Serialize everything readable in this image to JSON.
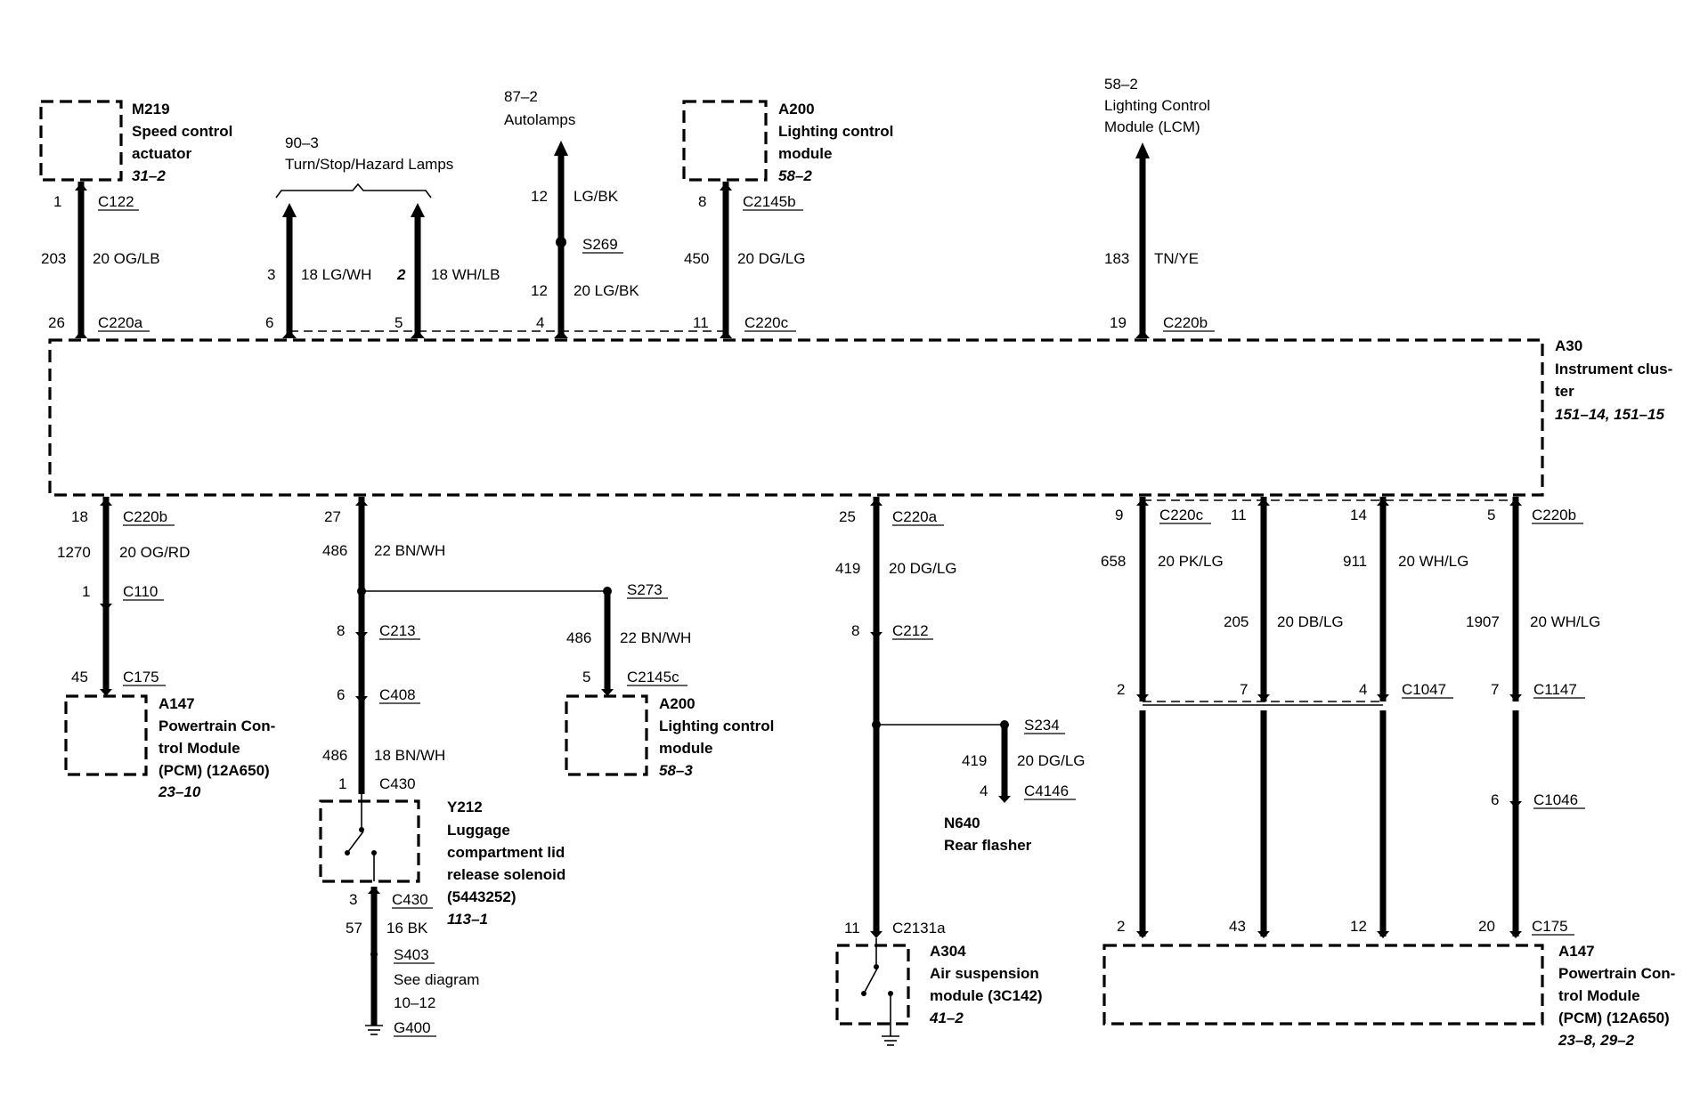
{
  "top": {
    "m219": {
      "id": "M219",
      "name1": "Speed control",
      "name2": "actuator",
      "ref": "31–2",
      "pin": "1",
      "conn": "C122",
      "circuit": "203",
      "wire": "20 OG/LB",
      "pin2": "26",
      "conn2": "C220a"
    },
    "lamps": {
      "ref": "90–3",
      "name": "Turn/Stop/Hazard Lamps",
      "pinA": "3",
      "wireA": "18 LG/WH",
      "pinB": "2",
      "wireB": "18 WH/LB",
      "pin2A": "6",
      "pin2B": "5"
    },
    "autolamps": {
      "ref": "87–2",
      "name": "Autolamps",
      "circuitTop": "12",
      "wireTop": "LG/BK",
      "splice": "S269",
      "circuitBot": "12",
      "wireBot": "20 LG/BK",
      "pin2": "4"
    },
    "a200": {
      "id": "A200",
      "name1": "Lighting control",
      "name2": "module",
      "ref": "58–2",
      "pin": "8",
      "conn": "C2145b",
      "circuit": "450",
      "wire": "20 DG/LG",
      "pin2": "11",
      "conn2": "C220c"
    },
    "lcm": {
      "ref": "58–2",
      "name1": "Lighting Control",
      "name2": "Module (LCM)",
      "circuit": "183",
      "wire": "TN/YE",
      "pin2": "19",
      "conn2": "C220b"
    }
  },
  "cluster": {
    "id": "A30",
    "name1": "Instrument clus-",
    "name2": "ter",
    "ref": "151–14, 151–15"
  },
  "bottom": {
    "pcm_left": {
      "pin": "18",
      "conn": "C220b",
      "circuit": "1270",
      "wire": "20 OG/RD",
      "pin2": "1",
      "conn2": "C110",
      "pin3": "45",
      "conn3": "C175",
      "id": "A147",
      "name1": "Powertrain Con-",
      "name2": "trol Module",
      "name3": "(PCM) (12A650)",
      "ref": "23–10"
    },
    "luggage": {
      "pin": "27",
      "circuit": "486",
      "wire": "22 BN/WH",
      "pinC213": "8",
      "connC213": "C213",
      "pinC408": "6",
      "connC408": "C408",
      "circuit2": "486",
      "wire2": "18 BN/WH",
      "pinC430": "1",
      "connC430": "C430",
      "id": "Y212",
      "name1": "Luggage",
      "name2": "compartment lid",
      "name3": "release solenoid",
      "name4": "(5443252)",
      "ref": "113–1",
      "pin3": "3",
      "conn3": "C430",
      "circuit3": "57",
      "wire3": "16 BK",
      "splice": "S403",
      "see1": "See diagram",
      "see2": "10–12",
      "ground": "G400"
    },
    "a200b": {
      "splice": "S273",
      "circuit": "486",
      "wire": "22 BN/WH",
      "pin": "5",
      "conn": "C2145c",
      "id": "A200",
      "name1": "Lighting control",
      "name2": "module",
      "ref": "58–3"
    },
    "air": {
      "pin": "25",
      "conn": "C220a",
      "circuit": "419",
      "wire": "20 DG/LG",
      "pin2": "8",
      "conn2": "C212",
      "pin3": "11",
      "conn3": "C2131a",
      "id": "A304",
      "name1": "Air suspension",
      "name2": "module (3C142)",
      "ref": "41–2"
    },
    "flasher": {
      "splice": "S234",
      "circuit": "419",
      "wire": "20 DG/LG",
      "pin": "4",
      "conn": "C4146",
      "id": "N640",
      "name": "Rear flasher"
    },
    "pcm_right": {
      "w1": {
        "pin": "9",
        "conn": "C220c",
        "circuit": "658",
        "wire": "20 PK/LG",
        "pinMid": "2",
        "pinBot": "2"
      },
      "w2": {
        "pin": "11",
        "circuit": "205",
        "wire": "20 DB/LG",
        "pinMid": "7",
        "pinBot": "43"
      },
      "w3": {
        "pin": "14",
        "circuit": "911",
        "wire": "20 WH/LG",
        "pinMid": "4",
        "connMid": "C1047",
        "pinBot": "12"
      },
      "w4": {
        "pin": "5",
        "conn": "C220b",
        "circuit": "1907",
        "wire": "20 WH/LG",
        "pinMid": "7",
        "connMid": "C1147",
        "pinMid2": "6",
        "connMid2": "C1046",
        "pinBot": "20",
        "connBot": "C175"
      },
      "id": "A147",
      "name1": "Powertrain Con-",
      "name2": "trol Module",
      "name3": "(PCM) (12A650)",
      "ref": "23–8, 29–2"
    }
  }
}
